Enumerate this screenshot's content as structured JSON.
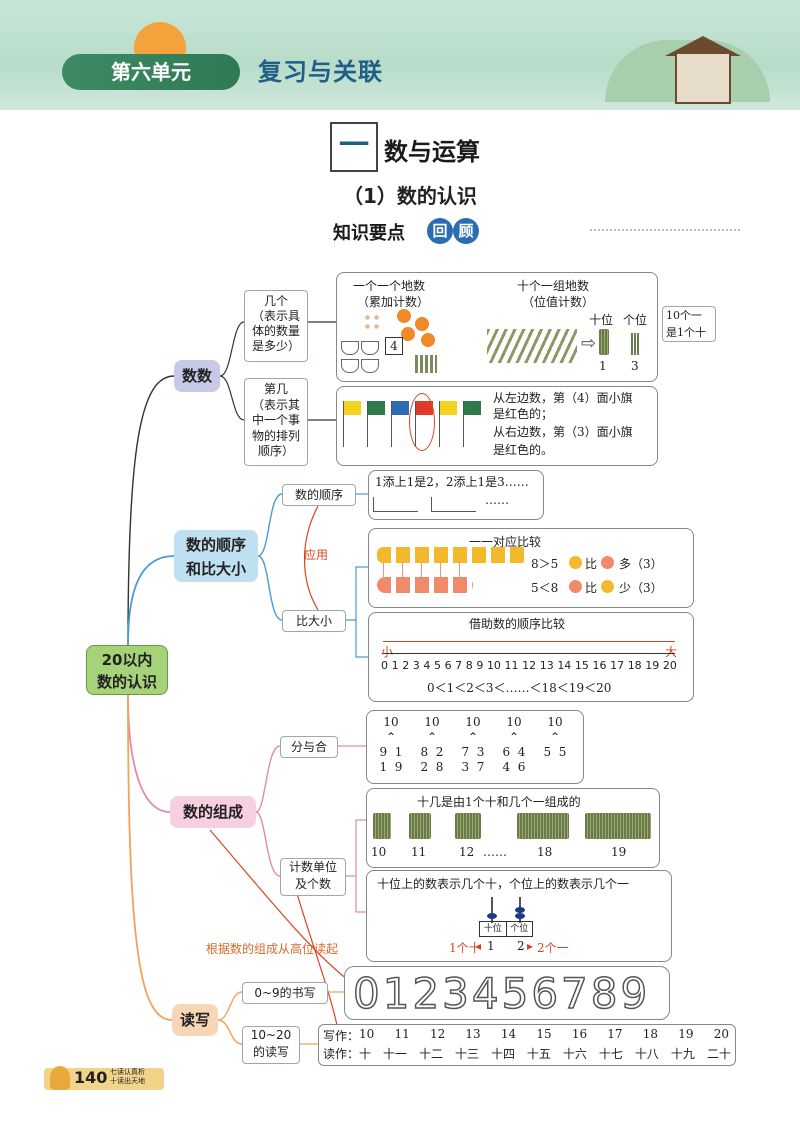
{
  "header": {
    "unit_label": "第六单元",
    "unit_title": "复习与关联"
  },
  "section": {
    "badge": "一",
    "title": "数与运算",
    "subtitle": "（1）数的认识"
  },
  "key_points": {
    "label": "知识要点",
    "circle1": "回",
    "circle2": "顾"
  },
  "map": {
    "root": {
      "line1": "20以内",
      "line2": "数的认识"
    },
    "count": {
      "label": "数数",
      "how_many": {
        "line1": "几个",
        "line2": "（表示具",
        "line3": "体的数量",
        "line4": "是多少）"
      },
      "which": {
        "line1": "第几",
        "line2": "（表示其",
        "line3": "中一个事",
        "line4": "物的排列",
        "line5": "顺序）"
      },
      "one_by_one": {
        "title": "一个一个地数",
        "sub": "（累加计数）",
        "number": "4"
      },
      "by_ten": {
        "title": "十个一组地数",
        "sub": "（位值计数）",
        "tens_label": "十位",
        "ones_label": "个位",
        "tens_digit": "1",
        "ones_digit": "3"
      },
      "ten_note": {
        "line1": "10个一",
        "line2": "是1个十"
      },
      "flags_note": {
        "line1": "从左边数，第（4）面小旗",
        "line2": "是红色的；",
        "line3": "从右边数，第（3）面小旗",
        "line4": "是红色的。"
      }
    },
    "order_size": {
      "label_line1": "数的顺序",
      "label_line2": "和比大小",
      "order": {
        "label": "数的顺序",
        "text": "1添上1是2，2添上1是3……",
        "dots": "……"
      },
      "apply": "应用",
      "compare": {
        "label": "比大小"
      },
      "one_to_one": {
        "title": "一一对应比较",
        "r1a": "8＞5",
        "r1b": "比",
        "r1c": "多（3）",
        "r2a": "5＜8",
        "r2b": "比",
        "r2c": "少（3）"
      },
      "number_line": {
        "title": "借助数的顺序比较",
        "small": "小",
        "big": "大",
        "ticks": [
          "0",
          "1",
          "2",
          "3",
          "4",
          "5",
          "6",
          "7",
          "8",
          "9",
          "10",
          "11",
          "12",
          "13",
          "14",
          "15",
          "16",
          "17",
          "18",
          "19",
          "20"
        ],
        "relation": "0＜1＜2＜3＜……＜18＜19＜20"
      }
    },
    "composition": {
      "label": "数的组成",
      "split": {
        "label": "分与合",
        "tops": [
          "10",
          "10",
          "10",
          "10",
          "10"
        ],
        "pairs": [
          "9  1",
          "8  2",
          "7  3",
          "6  4",
          "5  5"
        ],
        "rev": [
          "1  9",
          "2  8",
          "3  7",
          "4  6"
        ]
      },
      "units": {
        "label_line1": "计数单位",
        "label_line2": "及个数",
        "teens_title": "十几是由1个十和几个一组成的",
        "teens_nums": [
          "10",
          "11",
          "12",
          "……",
          "18",
          "19"
        ],
        "place_text": "十位上的数表示几个十，个位上的数表示几个一",
        "tens_label": "十位",
        "ones_label": "个位",
        "left_note": "1个十",
        "digit1": "1",
        "digit2": "2",
        "right_note": "2个一"
      }
    },
    "read_write": {
      "label": "读写",
      "hint": "根据数的组成从高位读起",
      "write09": "0~9的书写",
      "digits": "0123456789",
      "rw_label_line1": "10~20",
      "rw_label_line2": "的读写",
      "write_label": "写作：",
      "read_label": "读作：",
      "write_nums": [
        "10",
        "11",
        "12",
        "13",
        "14",
        "15",
        "16",
        "17",
        "18",
        "19",
        "20"
      ],
      "read_nums": [
        "十",
        "十一",
        "十二",
        "十三",
        "十四",
        "十五",
        "十六",
        "十七",
        "十八",
        "十九",
        "二十"
      ]
    }
  },
  "footer": {
    "page": "140",
    "note1": "七读认真析",
    "note2": "十读出天地"
  },
  "colors": {
    "blue_title": "#1f5e86",
    "green_root": "#a6d27a",
    "red_line": "#d8461f",
    "orange_note": "#d66a2c"
  }
}
